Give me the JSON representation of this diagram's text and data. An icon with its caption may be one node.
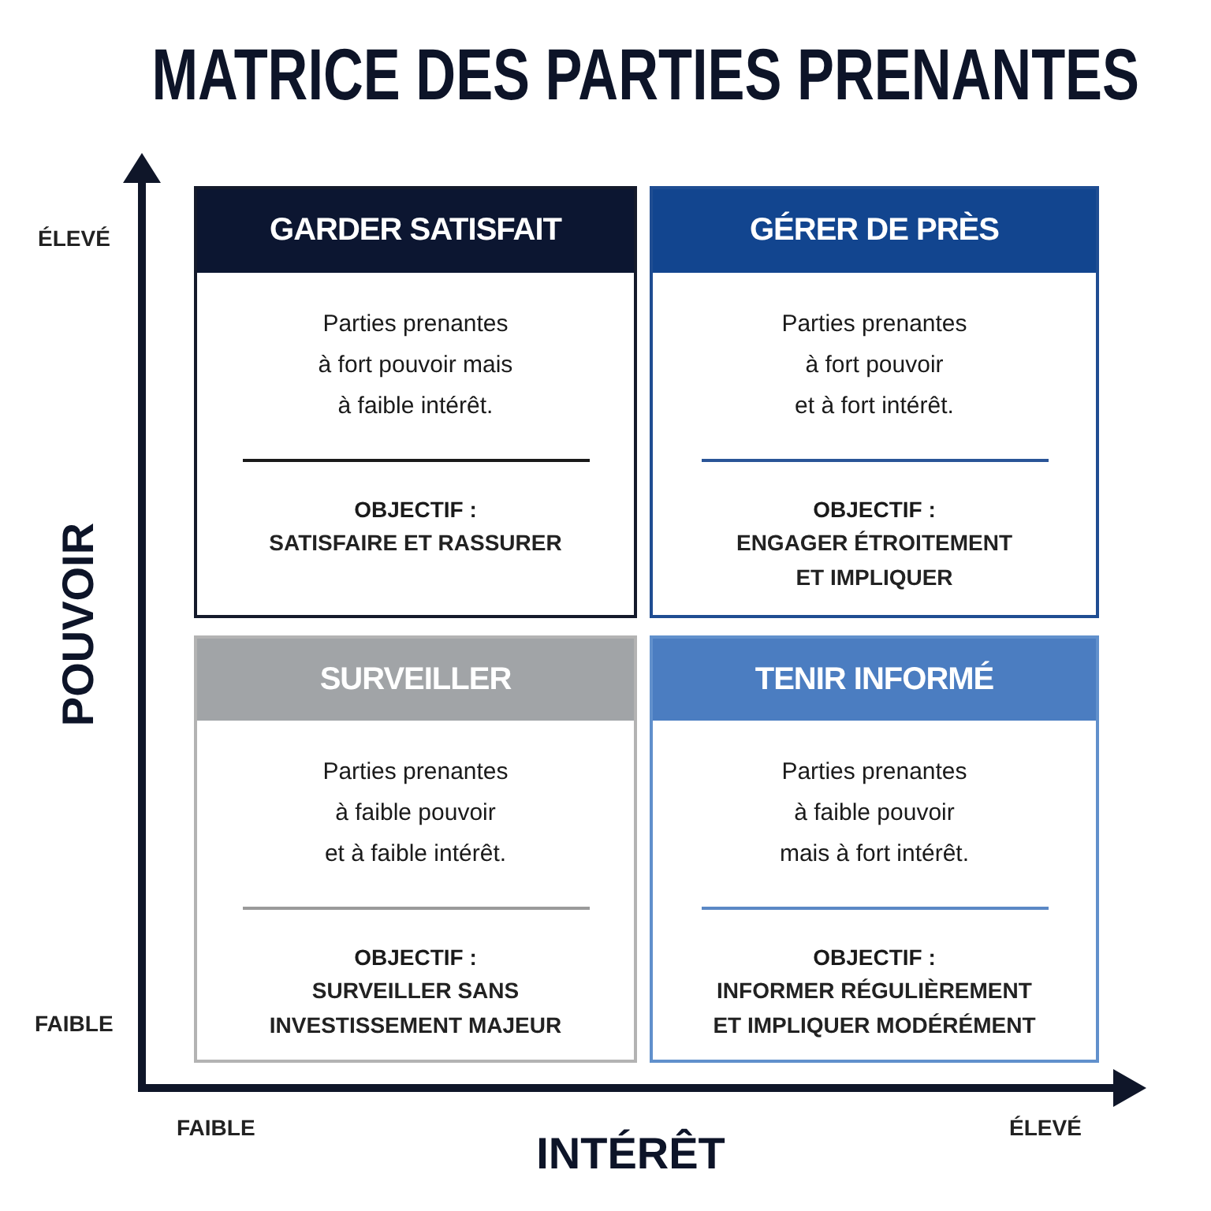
{
  "diagram": {
    "title": "MATRICE DES PARTIES PRENANTES",
    "nodes": [
      {
        "text": [
          "GARDER SATISFAIT",
          "Parties prenantes à fort pouvoir mais à faible intérêt.",
          "OBJECTIF :",
          "SATISFAIRE ET RASSURER"
        ]
      },
      {
        "text": [
          "GÉRER DE PRÈS",
          "Parties prenantes à fort pouvoir et à fort intérêt.",
          "OBJECTIF :",
          "ENGAGER ÉTROITEMENT ET IMPLIQUER"
        ]
      },
      {
        "text": [
          "SURVEILLER",
          "Parties prenantes à faible pouvoir et à faible intérêt.",
          "OBJECTIF :",
          "SURVEILLER SANS INVESTISSEMENT MAJEUR"
        ]
      },
      {
        "text": [
          "TENIR INFORMÉ",
          "Parties prenantes à faible pouvoir mais à fort intérêt.",
          "OBJECTIF :",
          "INFORMER RÉGULIÈREMENT ET IMPLIQUER MODÉRÉMENT"
        ]
      }
    ],
    "labels": [
      "ÉLEVÉ",
      "POUVOIR",
      "FAIBLE",
      "FAIBLE",
      "ÉLEVÉ",
      "INTÉRÊT"
    ]
  }
}
